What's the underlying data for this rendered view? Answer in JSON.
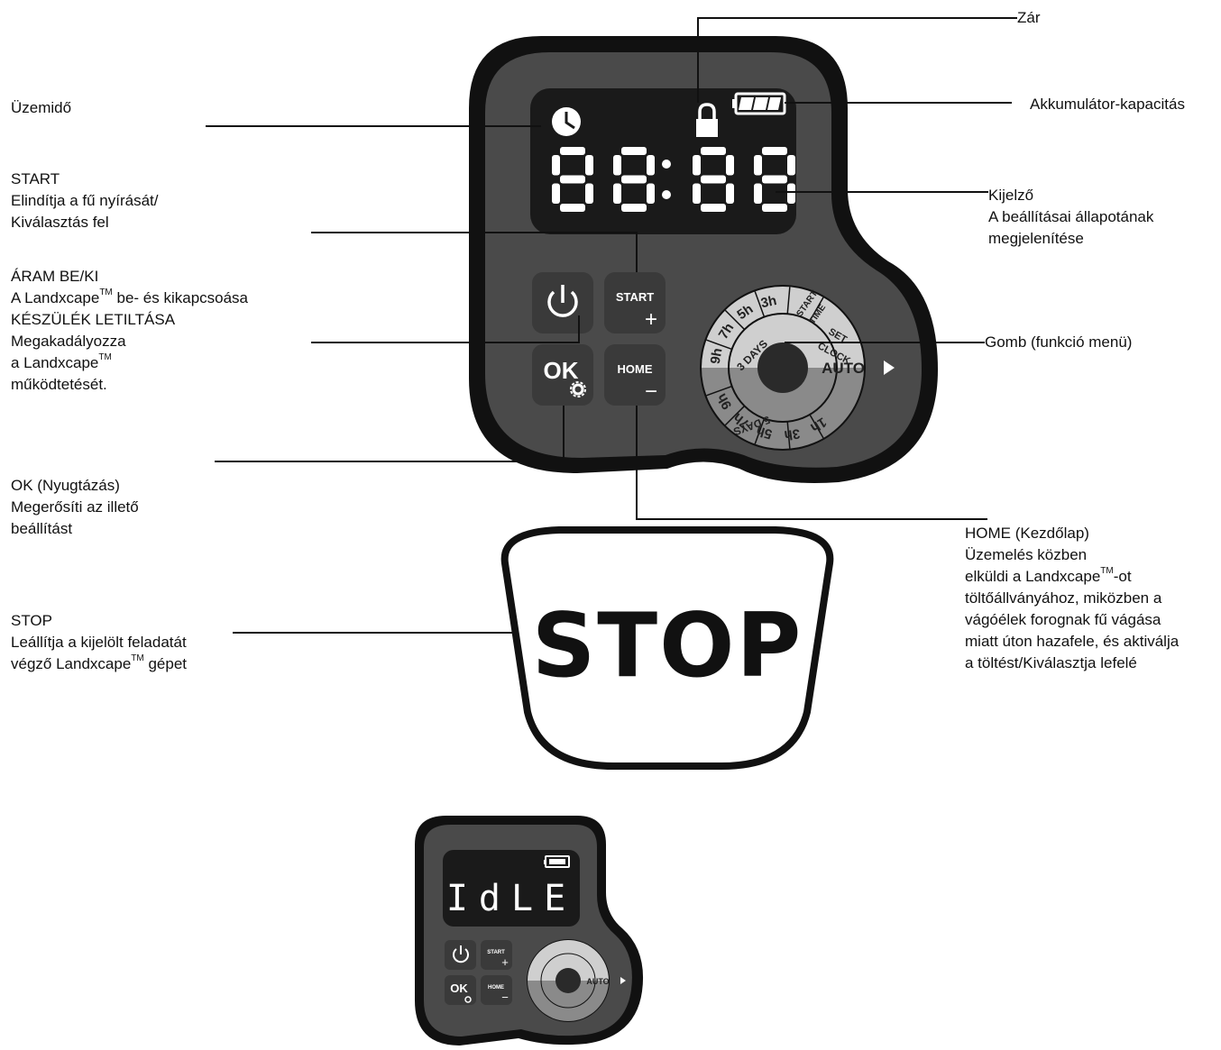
{
  "colors": {
    "body_outer": "#111111",
    "body_inner": "#4a4a4a",
    "screen": "#1a1a1a",
    "button": "#3a3a3a",
    "dial_light": "#cfcfcf",
    "dial_dark": "#8a8a8a",
    "dial_center": "#2a2a2a"
  },
  "labels": {
    "zar": "Zár",
    "akkumulator": "Akkumulátor-kapacitás",
    "uzemido": "Üzemidő",
    "start": {
      "line1": "START",
      "line2": "Elindítja a fű nyírását/",
      "line3": "Kiválasztás fel"
    },
    "aram": {
      "line1": "ÁRAM BE/KI",
      "line2_pre": "A Landxcape",
      "line2_tm": "TM",
      "line2_post": " be- és kikapcsoása",
      "line3": "KÉSZÜLÉK LETILTÁSA",
      "line4": "Megakadályozza",
      "line5_pre": "a Landxcape",
      "line5_tm": "TM",
      "line6": "működtetését."
    },
    "ok": {
      "line1": "OK (Nyugtázás)",
      "line2": "Megerősíti az illető",
      "line3": "beállítást"
    },
    "kijelzo": {
      "line1": "Kijelző",
      "line2": "A beállításai állapotának",
      "line3": "megjelenítése"
    },
    "gomb": "Gomb (funkció menü)",
    "home": {
      "line1": "HOME (Kezdőlap)",
      "line2": "Üzemelés közben",
      "line3_pre": "elküldi a Landxcape",
      "line3_tm": "TM",
      "line3_post": "-ot",
      "line4": "töltőállványához, miközben a",
      "line5": "vágóélek forognak fű vágása",
      "line6": "miatt úton hazafele, és aktiválja",
      "line7": "a töltést/Kiválasztja lefelé"
    },
    "stop": {
      "line1": "STOP",
      "line2": "Leállítja a kijelölt feladatát",
      "line3_pre": "végző Landxcape",
      "line3_tm": "TM",
      "line3_post": " gépet"
    }
  },
  "device": {
    "display_digits": "88:88",
    "btn_start": "START",
    "btn_plus": "+",
    "btn_ok": "OK",
    "btn_home": "HOME",
    "btn_minus": "−",
    "dial_auto": "AUTO",
    "dial_set_clock_1": "SET",
    "dial_set_clock_2": "CLOCK",
    "dial_start_time_1": "START",
    "dial_start_time_2": "TIME",
    "dial_3days": "3 DAYS",
    "dial_5days": "5 DAYS",
    "dial_hours": [
      "3h",
      "5h",
      "7h",
      "9h",
      "1h",
      "3h",
      "5h",
      "7h",
      "9h"
    ]
  },
  "stop_sign": "STOP",
  "small_device": {
    "display_text": "IdLE"
  }
}
